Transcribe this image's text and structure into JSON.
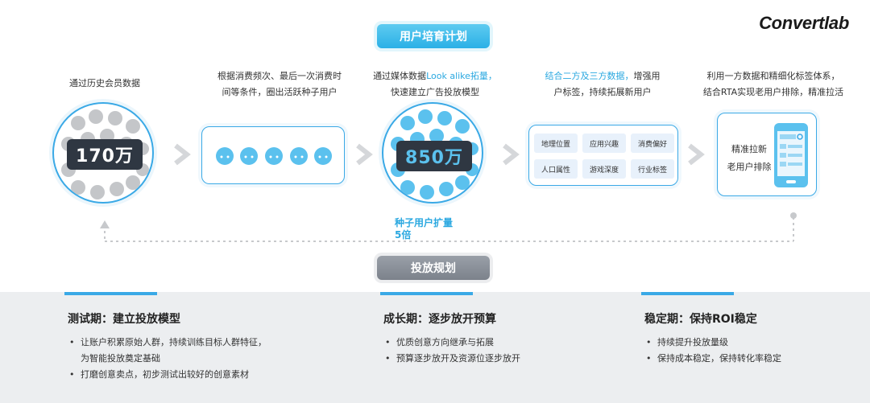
{
  "logo": "Convertlab",
  "section_top": "用户培育计划",
  "section_bottom": "投放规划",
  "steps": [
    {
      "caption_lines": [
        "通过历史会员数据"
      ],
      "big_number": "170万"
    },
    {
      "caption_lines": [
        "根据消费频次、最后一次消费时",
        "间等条件，圈出活跃种子用户"
      ]
    },
    {
      "caption_a": "通过媒体数据",
      "caption_b": "Look alike拓量，",
      "caption_c": "快速建立广告投放模型",
      "big_number": "850万",
      "note": "种子用户扩量5倍"
    },
    {
      "caption_a": "结合二方及三方数据，",
      "caption_b": "增强用",
      "caption_c": "户标签，持续拓展新用户",
      "tags": [
        "地理位置",
        "应用兴趣",
        "消费偏好",
        "人口属性",
        "游戏深度",
        "行业标签"
      ]
    },
    {
      "caption_lines": [
        "利用一方数据和精细化标签体系，",
        "结合RTA实现老用户排除，精准拉活"
      ],
      "box_lines": [
        "精准拉新",
        "老用户排除"
      ]
    }
  ],
  "phases": [
    {
      "title": "测试期：建立投放模型",
      "bullets": [
        [
          "让账户积累原始人群，持续训练目标人群特征，",
          "为智能投放奠定基础"
        ],
        [
          "打磨创意卖点，初步测试出较好的创意素材"
        ]
      ]
    },
    {
      "title": "成长期：逐步放开预算",
      "bullets": [
        [
          "优质创意方向继承与拓展"
        ],
        [
          "预算逐步放开及资源位逐步放开"
        ]
      ]
    },
    {
      "title": "稳定期：保持ROI稳定",
      "bullets": [
        [
          "持续提升投放量级"
        ],
        [
          "保持成本稳定，保持转化率稳定"
        ]
      ]
    }
  ],
  "colors": {
    "accent": "#3aa9e6",
    "head_fill": "#5bc1ee",
    "gray_head": "#b9bcc0",
    "dark_badge": "#2f3742"
  }
}
